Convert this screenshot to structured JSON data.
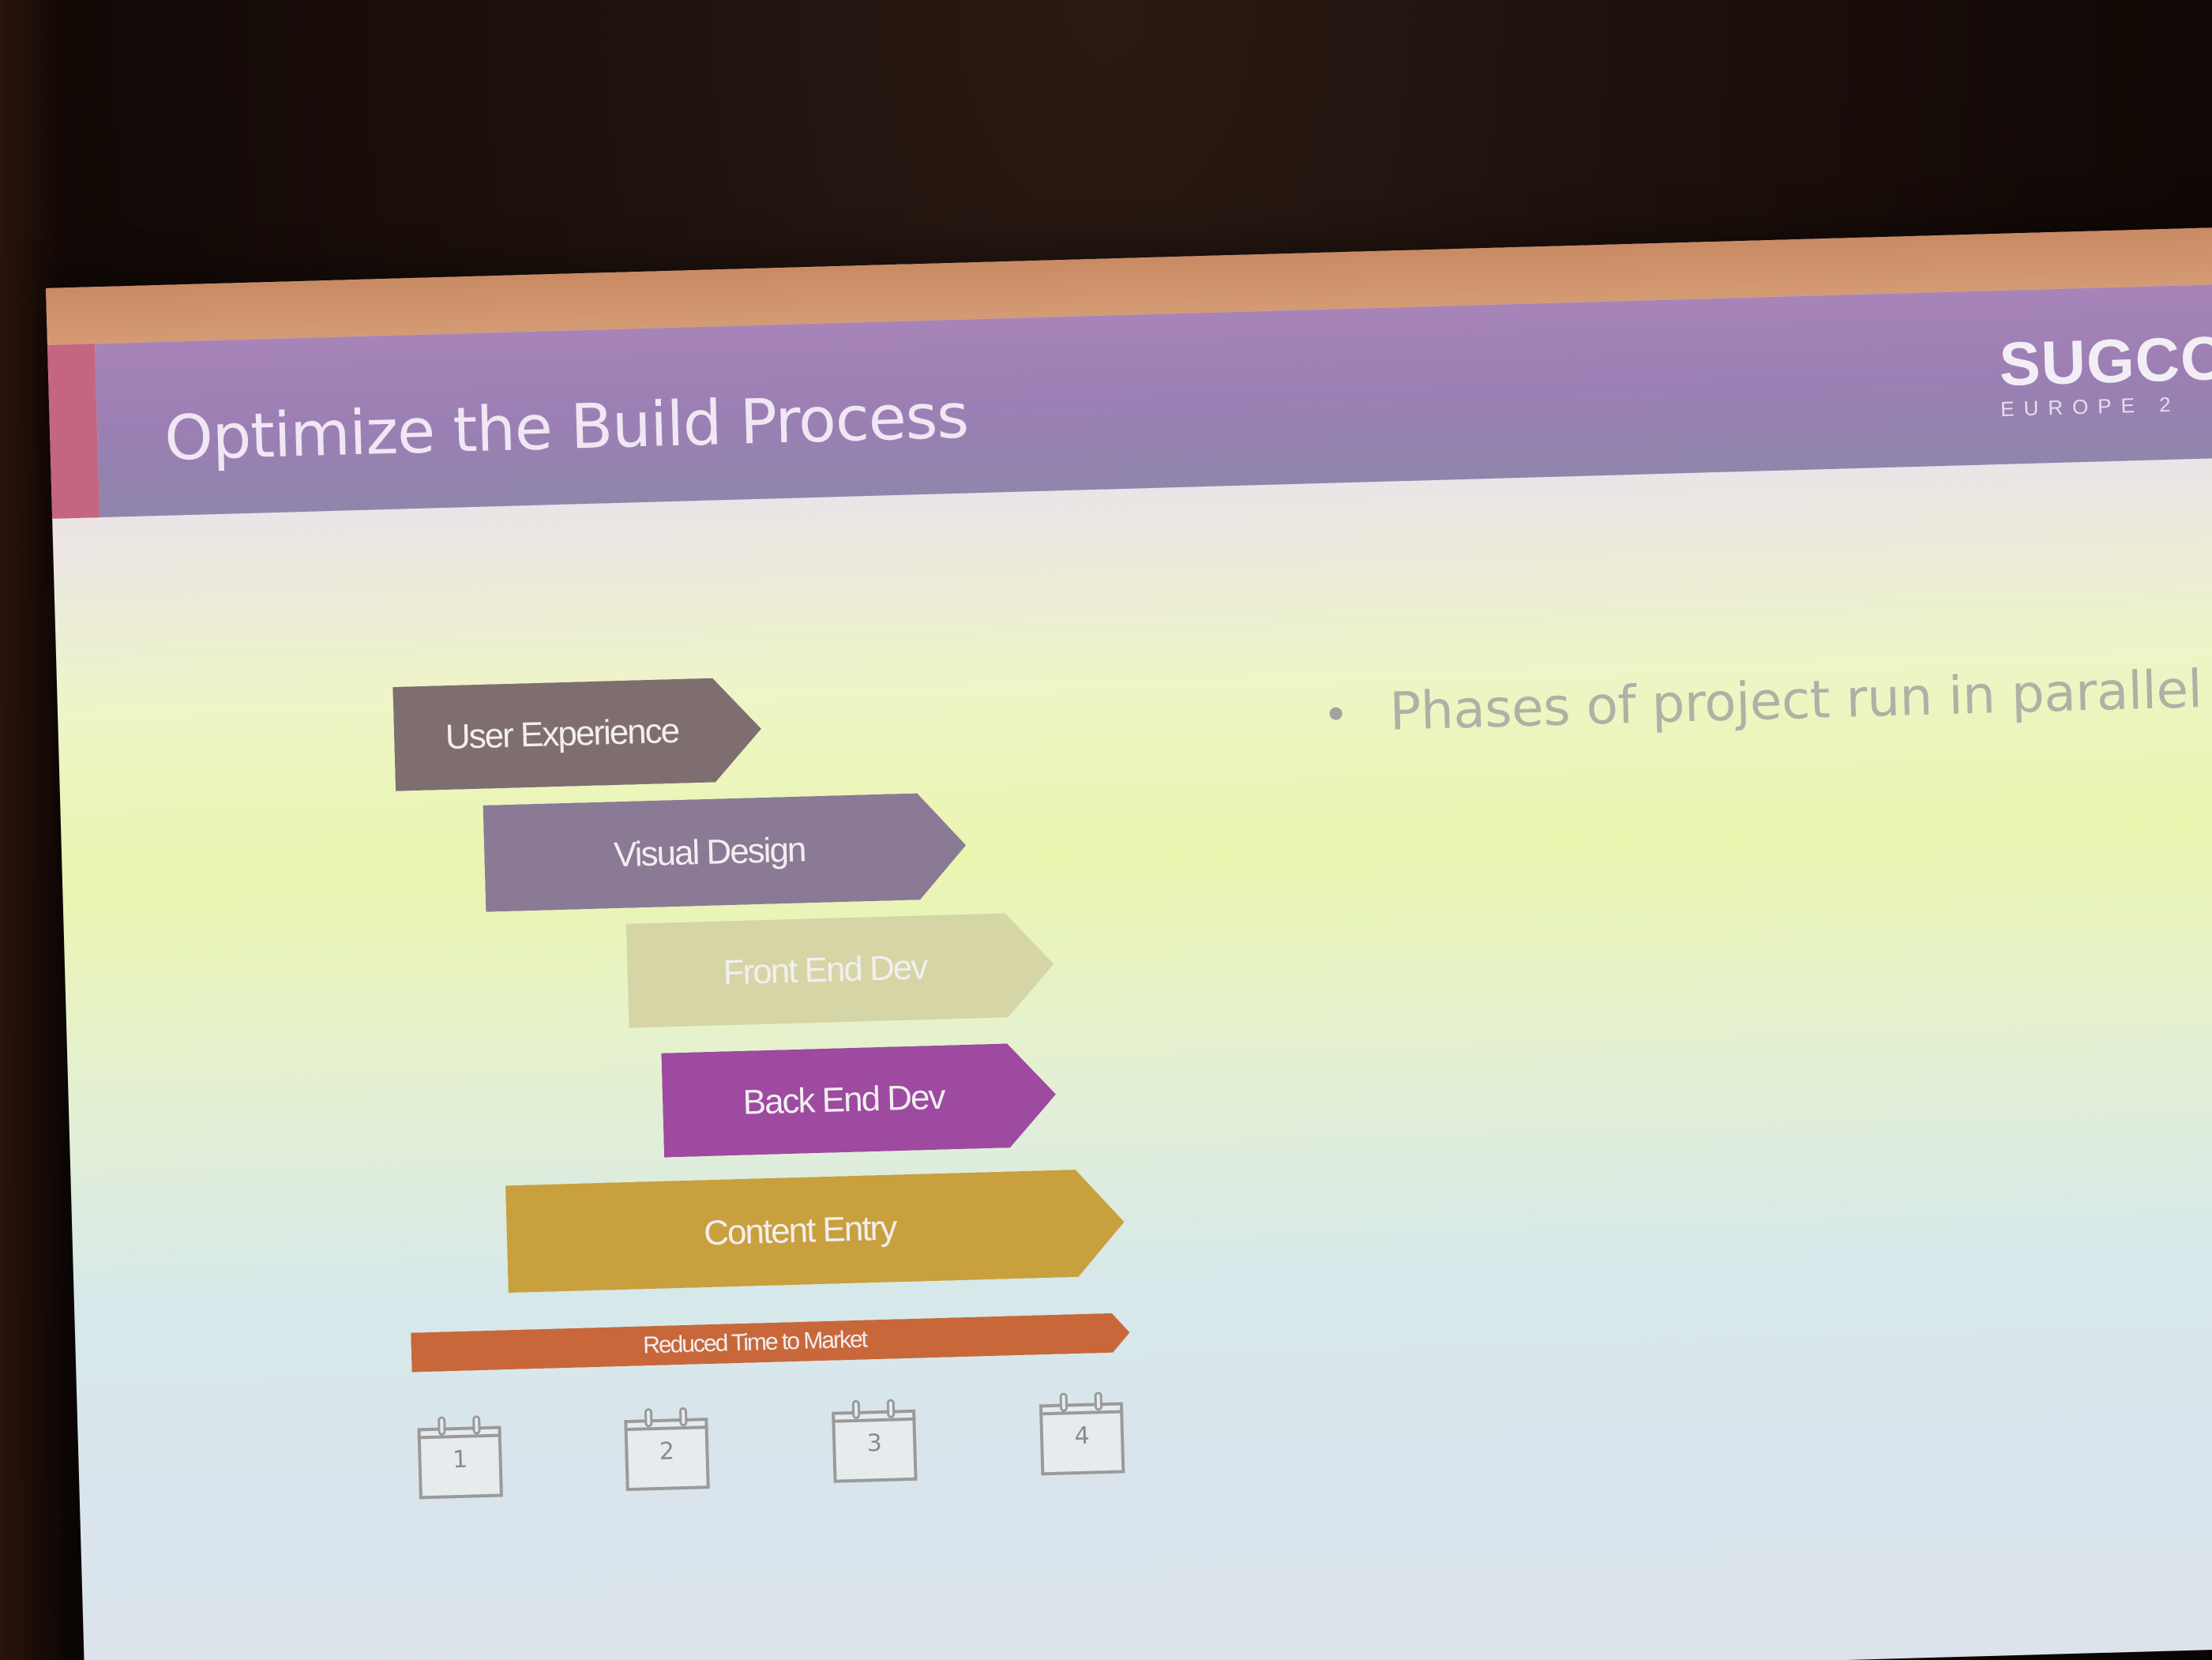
{
  "slide": {
    "title": "Optimize the Build Process",
    "logo_main": "SUGCO",
    "logo_sub": "EUROPE 2"
  },
  "phases": [
    {
      "label": "User Experience",
      "color": "#7e6e70"
    },
    {
      "label": "Visual Design",
      "color": "#8a7a96"
    },
    {
      "label": "Front End Dev",
      "color": "#d5d5a6"
    },
    {
      "label": "Back End Dev",
      "color": "#9d4aa0"
    },
    {
      "label": "Content Entry",
      "color": "#c9a03e"
    }
  ],
  "timeline_bar": {
    "label": "Reduced Time to Market",
    "color": "#c8683a"
  },
  "calendars": [
    "1",
    "2",
    "3",
    "4"
  ],
  "bullet": "Phases of project run in parallel"
}
